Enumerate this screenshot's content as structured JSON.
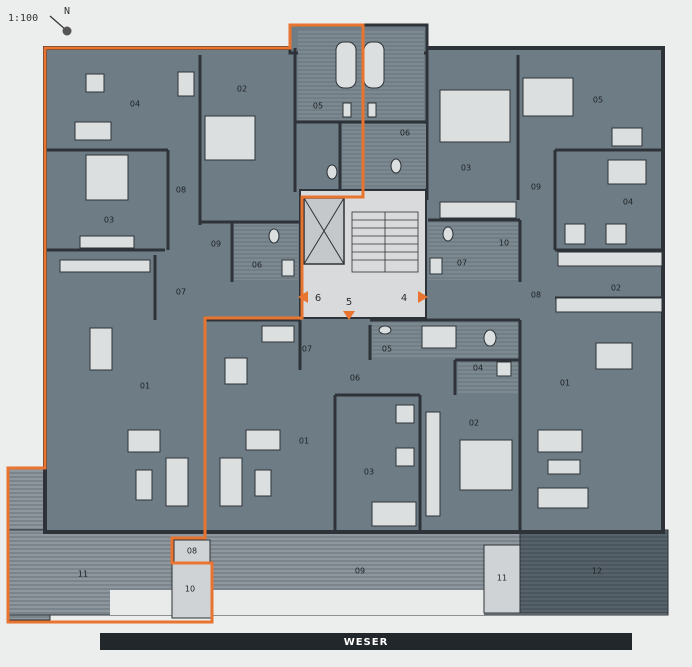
{
  "scale": "1:100",
  "north": "N",
  "river": "WESER",
  "stairs": {
    "left": "6",
    "center": "5",
    "right": "4"
  },
  "colors": {
    "room": "#6e7c85",
    "balcony": "#8d979d",
    "wall": "#2d3338",
    "highlight": "#e8742f",
    "furniture": "#dcdfe0",
    "river_bar": "#22272b"
  },
  "rooms": [
    {
      "id": "r04a",
      "label": "04"
    },
    {
      "id": "r02a",
      "label": "02"
    },
    {
      "id": "r05a",
      "label": "05"
    },
    {
      "id": "r06a",
      "label": "06"
    },
    {
      "id": "r03b",
      "label": "03"
    },
    {
      "id": "r05b",
      "label": "05"
    },
    {
      "id": "r08a",
      "label": "08"
    },
    {
      "id": "r03a",
      "label": "03"
    },
    {
      "id": "r09a",
      "label": "09"
    },
    {
      "id": "r06c",
      "label": "06"
    },
    {
      "id": "r07a",
      "label": "07"
    },
    {
      "id": "r07b",
      "label": "07"
    },
    {
      "id": "r10b",
      "label": "10"
    },
    {
      "id": "r09b",
      "label": "09"
    },
    {
      "id": "r04b",
      "label": "04"
    },
    {
      "id": "r08b",
      "label": "08"
    },
    {
      "id": "r02b",
      "label": "02"
    },
    {
      "id": "r01a",
      "label": "01"
    },
    {
      "id": "r07c",
      "label": "07"
    },
    {
      "id": "r05c",
      "label": "05"
    },
    {
      "id": "r04c",
      "label": "04"
    },
    {
      "id": "r06d",
      "label": "06"
    },
    {
      "id": "r01b",
      "label": "01"
    },
    {
      "id": "r03c",
      "label": "03"
    },
    {
      "id": "r02c",
      "label": "02"
    },
    {
      "id": "r01c",
      "label": "01"
    },
    {
      "id": "r08c",
      "label": "08"
    },
    {
      "id": "r11a",
      "label": "11"
    },
    {
      "id": "r09c",
      "label": "09"
    },
    {
      "id": "r11b",
      "label": "11"
    },
    {
      "id": "r12",
      "label": "12"
    },
    {
      "id": "r10a",
      "label": "10"
    }
  ]
}
